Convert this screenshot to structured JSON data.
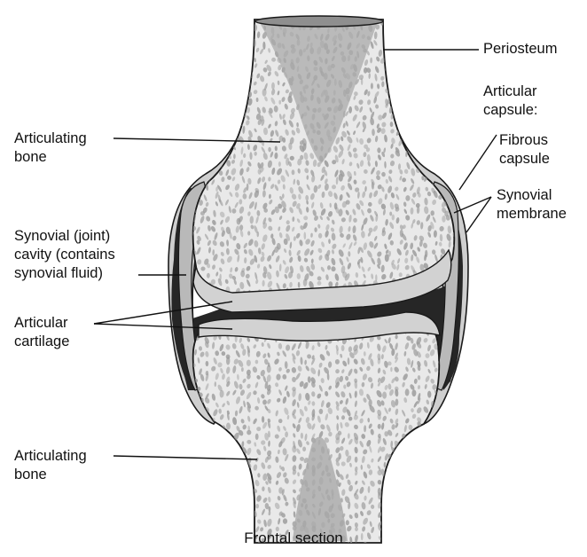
{
  "labels": {
    "periosteum": "Periosteum",
    "articular_capsule": [
      "Articular",
      "capsule:"
    ],
    "fibrous_capsule": [
      "Fibrous",
      "capsule"
    ],
    "synovial_membrane": [
      "Synovial",
      "membrane"
    ],
    "articulating_bone_top": [
      "Articulating",
      "bone"
    ],
    "synovial_cavity": [
      "Synovial (joint)",
      "cavity (contains",
      "synovial fluid)"
    ],
    "articular_cartilage": [
      "Articular",
      "cartilage"
    ],
    "articulating_bone_bottom": [
      "Articulating",
      "bone"
    ]
  },
  "caption": "Frontal section",
  "colors": {
    "bone_fill": "#e9e9e9",
    "spongy_marks": "#9a9a9a",
    "cartilage": "#d2d2d2",
    "cavity": "#262626",
    "capsule": "#c9c9c9",
    "outline": "#1a1a1a"
  }
}
